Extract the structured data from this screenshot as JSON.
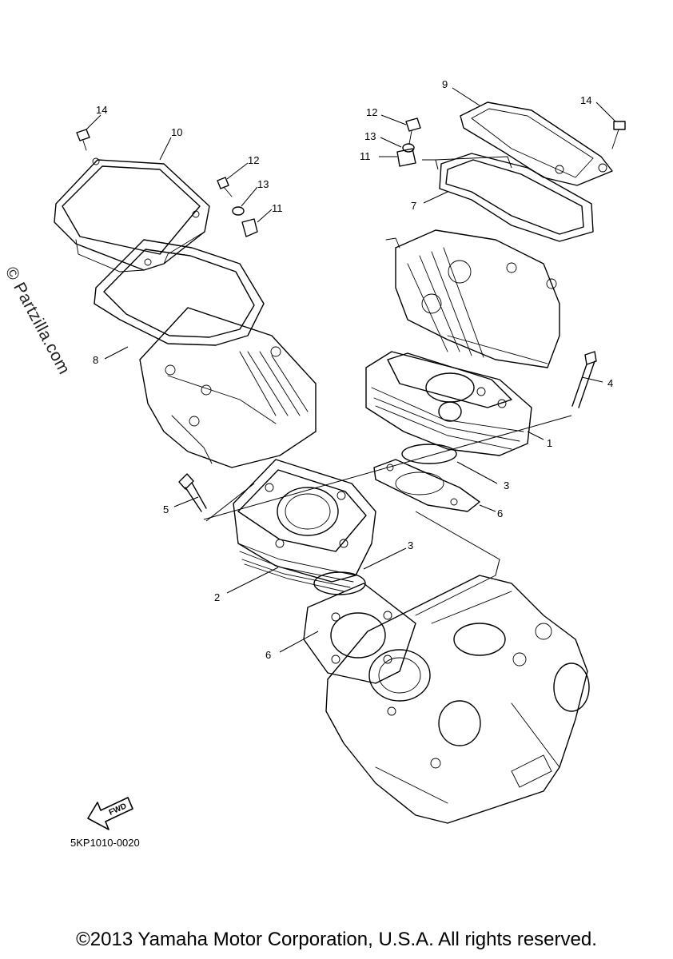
{
  "watermark": "© Partzilla.com",
  "fwd_label": "FWD",
  "diagram_code": "5KP1010-0020",
  "copyright": "©2013 Yamaha Motor Corporation, U.S.A. All rights reserved.",
  "callouts": {
    "c1": "1",
    "c2": "2",
    "c3a": "3",
    "c3b": "3",
    "c4": "4",
    "c5": "5",
    "c6a": "6",
    "c6b": "6",
    "c7": "7",
    "c8": "8",
    "c9": "9",
    "c10": "10",
    "c11a": "11",
    "c11b": "11",
    "c12a": "12",
    "c12b": "12",
    "c13a": "13",
    "c13b": "13",
    "c14a": "14",
    "c14b": "14"
  }
}
